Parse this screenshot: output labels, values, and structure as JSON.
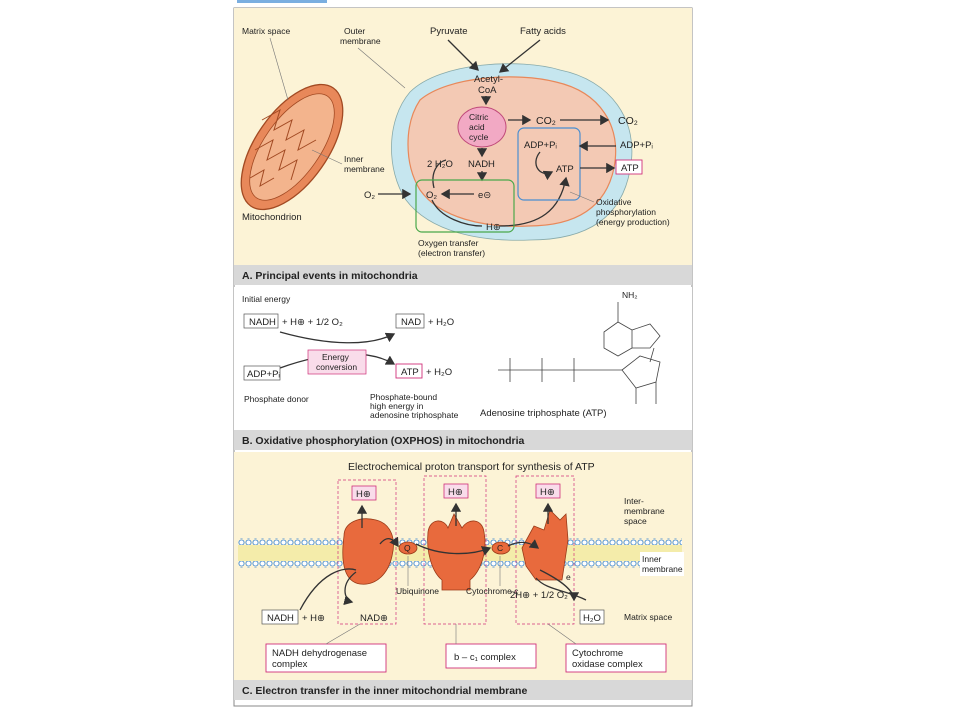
{
  "panel_a": {
    "caption": "A. Principal events in mitochondria",
    "matrix_space": "Matrix space",
    "outer_membrane": [
      "Outer",
      "membrane"
    ],
    "inner_membrane": [
      "Inner",
      "membrane"
    ],
    "mitochondrion": "Mitochondrion",
    "pyruvate": "Pyruvate",
    "fatty_acids": "Fatty acids",
    "acetyl_coa": [
      "Acetyl-",
      "CoA"
    ],
    "citric_acid_cycle": [
      "Citric",
      "acid",
      "cycle"
    ],
    "co2_inner": "CO₂",
    "co2_outer": "CO₂",
    "nadh": "NADH",
    "water": "2 H₂O",
    "o2_outer": "O₂",
    "o2_inner": "O₂",
    "electron": "e⊝",
    "proton": "H⊕",
    "adp_inner": "ADP+Pᵢ",
    "adp_outer": "ADP+Pᵢ",
    "atp_inner": "ATP",
    "atp_box": "ATP",
    "oxphos_label": [
      "Oxidative",
      "phosphorylation",
      "(energy production)"
    ],
    "oxygen_transfer": [
      "Oxygen transfer",
      "(electron transfer)"
    ]
  },
  "panel_b": {
    "caption": "B. Oxidative phosphorylation (OXPHOS) in mitochondria",
    "initial_energy": "Initial energy",
    "nadh_box": "NADH",
    "nadh_rest": "+ H⊕ + 1/2 O₂",
    "nad_box": "NAD",
    "nad_rest": "+ H₂O",
    "energy_conversion": [
      "Energy",
      "conversion"
    ],
    "adp_box": "ADP+Pᵢ",
    "atp_box": "ATP",
    "atp_rest": "+ H₂O",
    "phosphate_donor": "Phosphate donor",
    "phosphate_bound": [
      "Phosphate-bound",
      "high energy in",
      "adenosine triphosphate"
    ],
    "atp_name": "Adenosine triphosphate (ATP)",
    "nh2": "NH₂"
  },
  "panel_c": {
    "caption": "C. Electron transfer in the inner mitochondrial membrane",
    "title": "Electrochemical proton transport for synthesis of ATP",
    "proton": "H⊕",
    "intermembrane": [
      "Inter-",
      "membrane",
      "space"
    ],
    "inner_membrane": [
      "Inner",
      "membrane"
    ],
    "matrix_space": "Matrix space",
    "q": "Q",
    "c": "C",
    "e": "e",
    "ubiquinone": "Ubiquinone",
    "cytochrome_c": "Cytochrome c",
    "nadh_box": "NADH",
    "nadh_rest": "+ H⊕",
    "nad_plus": "NAD⊕",
    "two_h": "2H⊕ + 1/2 O₂",
    "h2o_box": "H₂O",
    "nadh_dh": [
      "NADH dehydrogenase",
      "complex"
    ],
    "bc1": "b – c₁ complex",
    "cyt_ox": [
      "Cytochrome",
      "oxidase complex"
    ]
  },
  "colors": {
    "organelle": "#e8885a",
    "cytoplasm": "#fbeec3",
    "matrix": "#c6e6ef",
    "pink_box": "#f9dcea",
    "protein": "#e86a3d",
    "green": "#4aa84a",
    "blue": "#4a8ed0"
  }
}
